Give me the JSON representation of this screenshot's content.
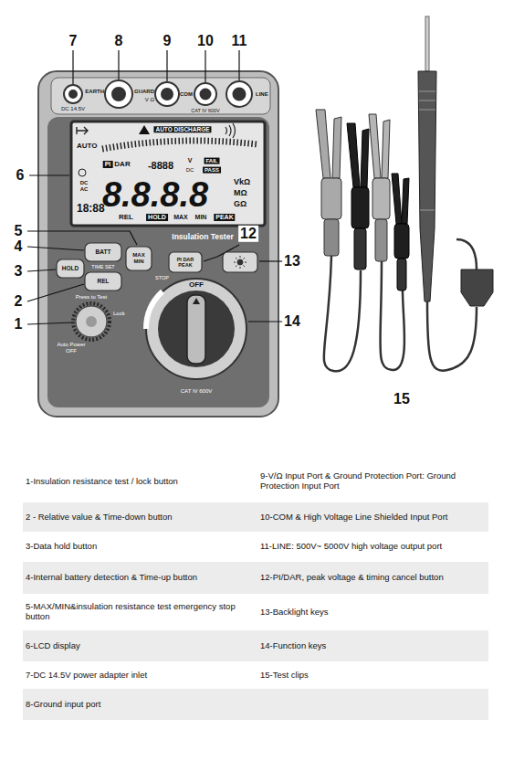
{
  "diagram": {
    "labels": [
      "7",
      "8",
      "9",
      "10",
      "11",
      "DC 14.5V",
      "EARTH",
      "GUARD",
      "V Ω",
      "COM",
      "CAT IV 600V",
      "LINE",
      "AUTO",
      "AUTO DISCHARGE",
      "PI",
      "DAR",
      "-8888",
      "V",
      "DC",
      "FAIL",
      "PASS",
      "8.8.8.8",
      "VkΩ",
      "MΩ",
      "GΩ",
      "DC AC",
      "18:88",
      "REL",
      "HOLD",
      "MAX",
      "MIN",
      "PEAK",
      "6",
      "5",
      "4",
      "3",
      "2",
      "1",
      "BATT",
      "TIME SET",
      "HOLD",
      "REL",
      "MAX MIN",
      "STOP",
      "Press to Test",
      "Lock",
      "Auto Power OFF",
      "Insulation Tester",
      "12",
      "PI DAR PEAK",
      "13",
      "OFF",
      "14",
      "CAT IV 600V",
      "15",
      "1-Insulation resistance test / lock button",
      "9-V/Ω Input Port & Ground Protection Port: Ground Protection Input Port",
      "2 - Relative value & Time-down button",
      "10-COM & High Voltage Line Shielded Input Port",
      "3-Data hold button",
      "11-LINE: 500V~ 5000V high voltage output port",
      "4-Internal battery detection & Time-up button",
      "12-PI/DAR, peak voltage & timing cancel button",
      "5-MAX/MIN&insulation resistance test emergency stop button",
      "13-Backlight keys",
      "6-LCD display",
      "14-Function keys",
      "7-DC 14.5V power adapter inlet",
      "15-Test clips",
      "8-Ground input port"
    ]
  }
}
